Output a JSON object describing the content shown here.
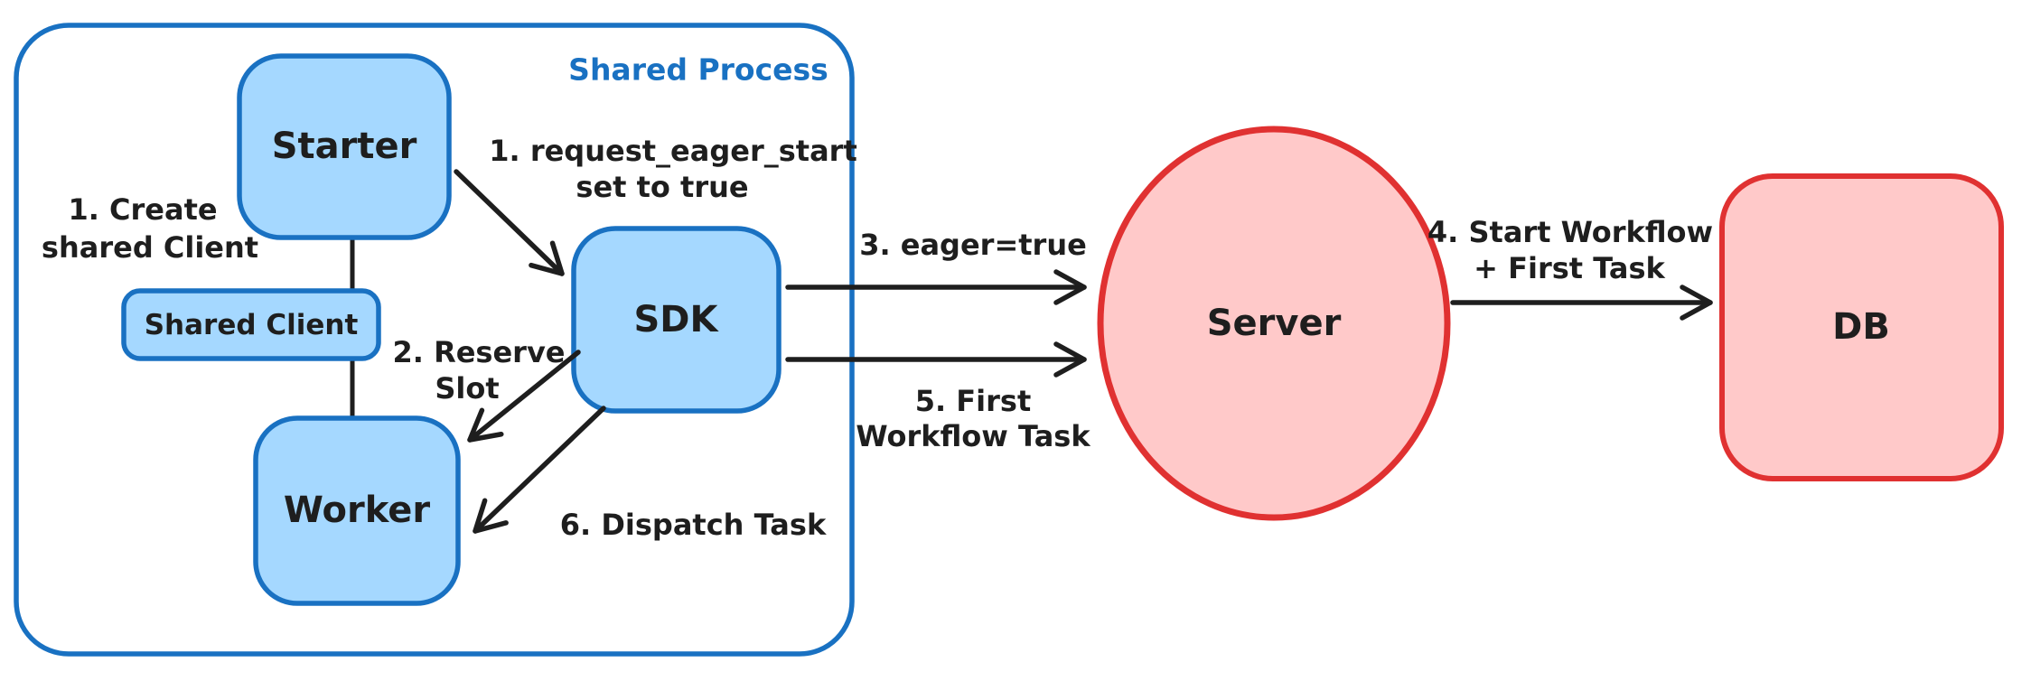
{
  "container": {
    "label": "Shared Process"
  },
  "nodes": {
    "starter": "Starter",
    "shared_client": "Shared Client",
    "worker": "Worker",
    "sdk": "SDK",
    "server": "Server",
    "db": "DB"
  },
  "annotations": {
    "create_line1": "1. Create",
    "create_line2": "shared Client",
    "eager_start_line1": "1. request_eager_start",
    "eager_start_line2": "set to true",
    "reserve_line1": "2. Reserve",
    "reserve_line2": "Slot",
    "dispatch": "6. Dispatch Task",
    "eager_true": "3. eager=true",
    "first_wft_line1": "5. First",
    "first_wft_line2": "Workflow Task",
    "start_wf_line1": "4. Start Workflow",
    "start_wf_line2": "+ First Task"
  },
  "colors": {
    "blue_stroke": "#1971c2",
    "blue_fill": "#a5d8ff",
    "red_stroke": "#e03131",
    "red_fill": "#ffc9c9",
    "arrow_and_text": "#1e1e1e",
    "background": "#ffffff"
  }
}
